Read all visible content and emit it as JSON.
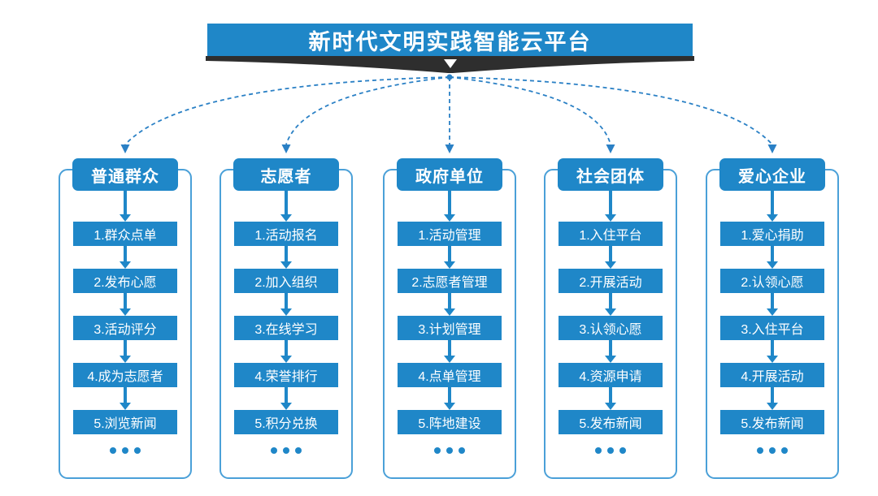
{
  "title": "新时代文明实践智能云平台",
  "colors": {
    "primary_blue": "#1f87c8",
    "outline_blue": "#4aa0d8",
    "dashed_blue": "#2a80c5",
    "ribbon_dark": "#2e2e2e",
    "text_white": "#ffffff"
  },
  "columns": [
    {
      "header": "普通群众",
      "steps": [
        "1.群众点单",
        "2.发布心愿",
        "3.活动评分",
        "4.成为志愿者",
        "5.浏览新闻"
      ],
      "more": "•••"
    },
    {
      "header": "志愿者",
      "steps": [
        "1.活动报名",
        "2.加入组织",
        "3.在线学习",
        "4.荣誉排行",
        "5.积分兑换"
      ],
      "more": "•••"
    },
    {
      "header": "政府单位",
      "steps": [
        "1.活动管理",
        "2.志愿者管理",
        "3.计划管理",
        "4.点单管理",
        "5.阵地建设"
      ],
      "more": "•••"
    },
    {
      "header": "社会团体",
      "steps": [
        "1.入住平台",
        "2.开展活动",
        "3.认领心愿",
        "4.资源申请",
        "5.发布新闻"
      ],
      "more": "•••"
    },
    {
      "header": "爱心企业",
      "steps": [
        "1.爱心捐助",
        "2.认领心愿",
        "3.入住平台",
        "4.开展活动",
        "5.发布新闻"
      ],
      "more": "•••"
    }
  ]
}
